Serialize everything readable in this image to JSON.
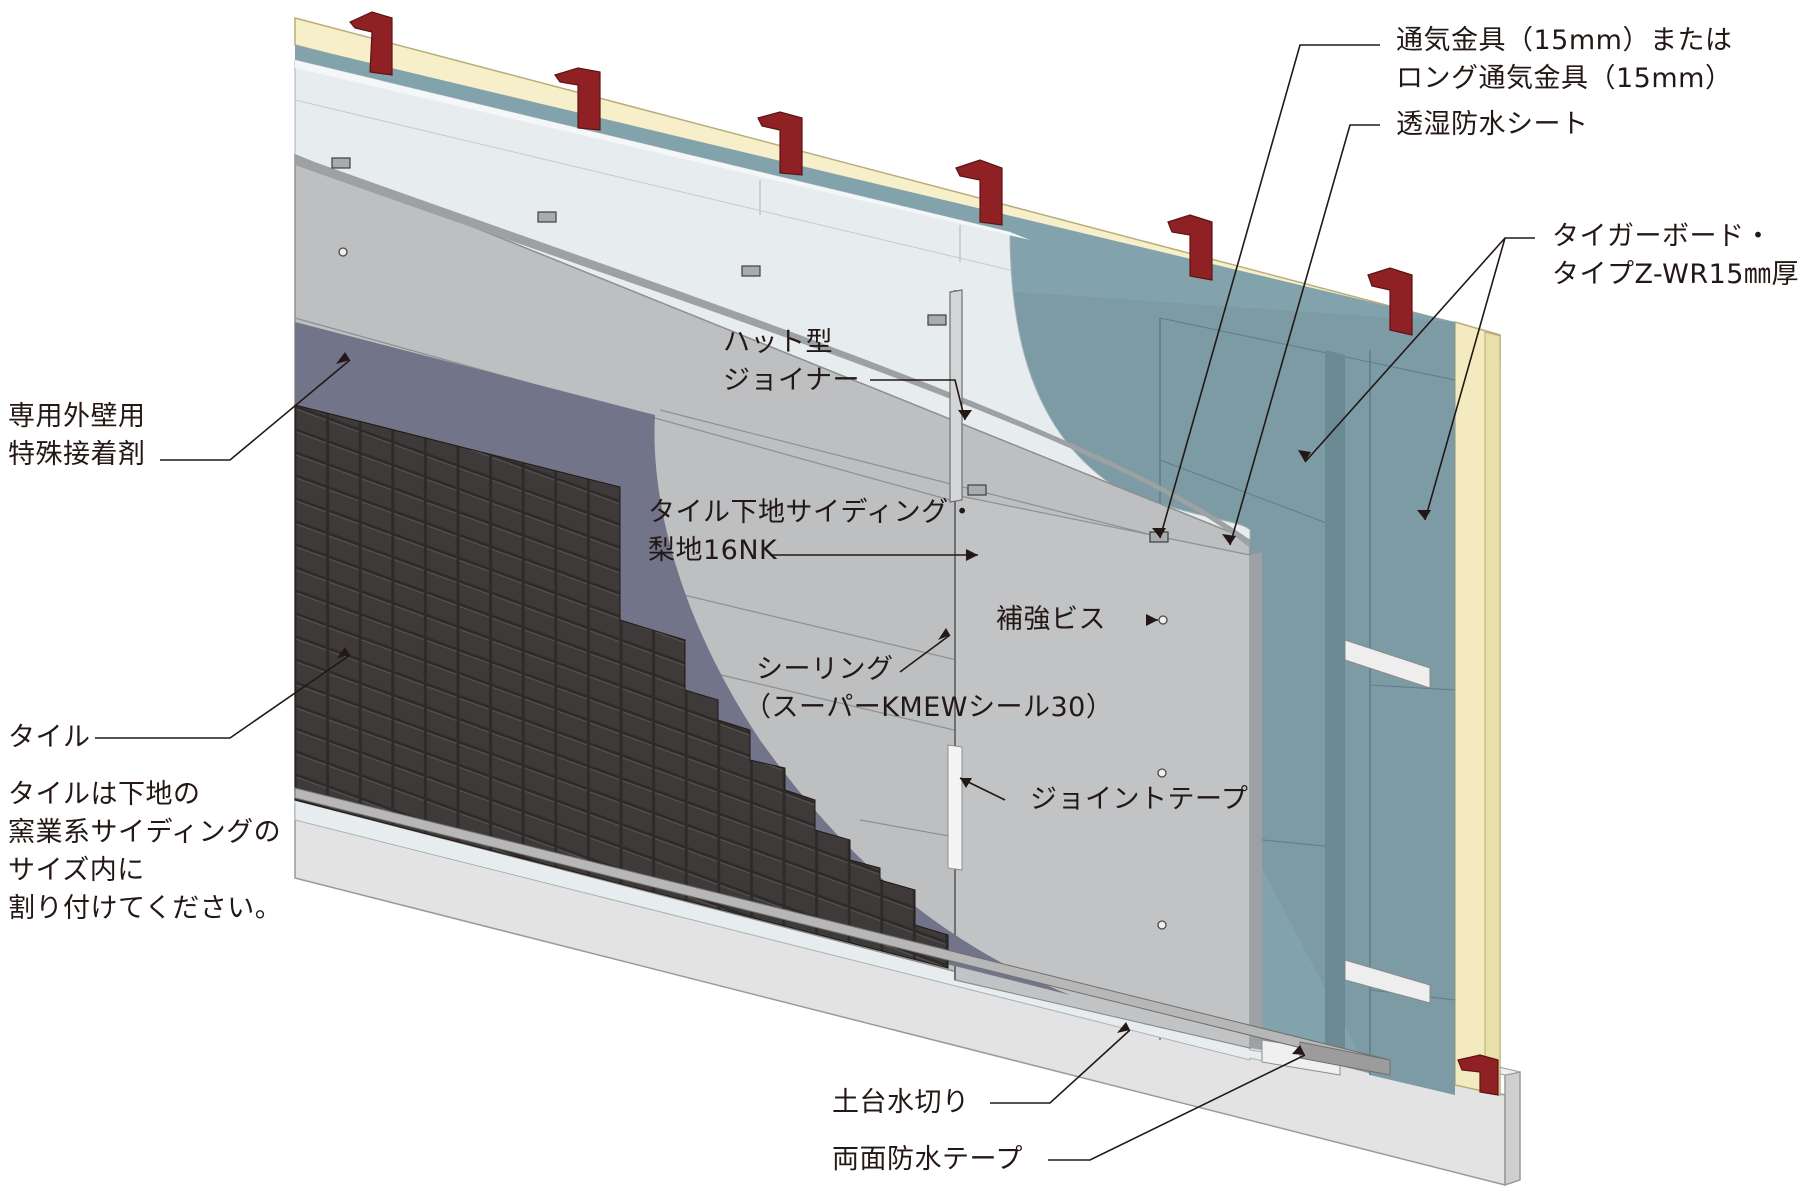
{
  "labels": {
    "vent_fitting_line1": "通気金具（15mm）または",
    "vent_fitting_line2": "ロング通気金具（15mm）",
    "breathable_sheet": "透湿防水シート",
    "tiger_board_line1": "タイガーボード・",
    "tiger_board_line2": "タイプZ-WR15㎜厚",
    "hat_joiner_line1": "ハット型",
    "hat_joiner_line2": "ジョイナー",
    "adhesive_line1": "専用外壁用",
    "adhesive_line2": "特殊接着剤",
    "siding_line1": "タイル下地サイディング・",
    "siding_line2": "梨地16NK",
    "screw": "補強ビス",
    "sealing_line1": "シーリング",
    "sealing_line2": "（スーパーKMEWシール30）",
    "joint_tape": "ジョイントテープ",
    "tile": "タイル",
    "tile_note_line1": "タイルは下地の",
    "tile_note_line2": "窯業系サイディングの",
    "tile_note_line3": "サイズ内に",
    "tile_note_line4": "割り付けてください。",
    "base_flashing": "土台水切り",
    "double_tape": "両面防水テープ"
  },
  "colors": {
    "stud": "#f6efc9",
    "steel": "#8f2024",
    "tiger_board": "#82a2ac",
    "sheet": "#d8dfe3",
    "siding": "#bbbdbe",
    "adhesive": "#727589",
    "tile": "#3e3a39",
    "foundation": "#e0e0e0",
    "line": "#231815"
  }
}
